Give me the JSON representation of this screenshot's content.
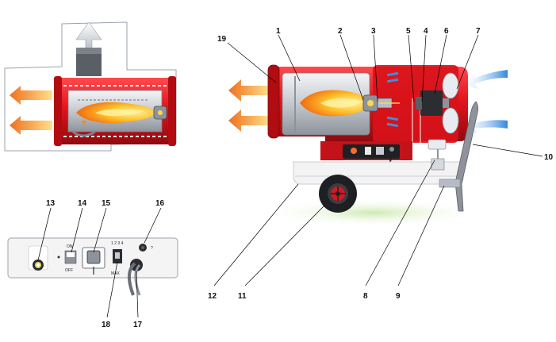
{
  "labels": {
    "l1": "1",
    "l2": "2",
    "l3": "3",
    "l4": "4",
    "l5": "5",
    "l6": "6",
    "l7": "7",
    "l8": "8",
    "l9": "9",
    "l10": "10",
    "l11": "11",
    "l12": "12",
    "l13": "13",
    "l14": "14",
    "l15": "15",
    "l16": "16",
    "l17": "17",
    "l18": "18",
    "l19": "19"
  },
  "panel": {
    "switch_on": "ON",
    "switch_off": "OFF",
    "knob_top_text": "1 2 3 4",
    "knob_bottom_text": "MAX"
  },
  "colors": {
    "body_red": "#d8121a",
    "dark_red": "#a00a10",
    "flame_orange": "#f28a1e",
    "flame_yellow": "#ffd23a",
    "air_blue": "#3a8fe0",
    "steel": "#c8ccd2",
    "base_white": "#f3f3f3",
    "shadow_green": "#cfe9b3"
  },
  "icons": [
    "hot-air-arrow-icon",
    "cold-air-arrow-icon",
    "flue-arrow-icon",
    "wheel-icon"
  ]
}
